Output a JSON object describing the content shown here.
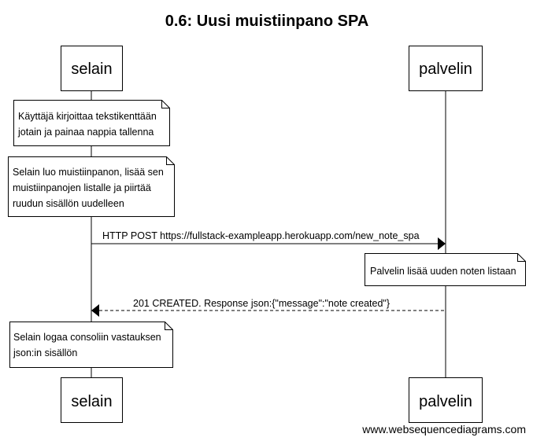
{
  "title": "0.6: Uusi muistiinpano SPA",
  "actors": {
    "browser": "selain",
    "server": "palvelin"
  },
  "notes": {
    "n1": [
      "Käyttäjä kirjoittaa tekstikenttään",
      "jotain ja painaa nappia tallenna"
    ],
    "n2": [
      "Selain luo muistiinpanon, lisää sen",
      "muistiinpanojen listalle ja piirtää",
      "ruudun sisällön uudelleen"
    ],
    "n3": [
      "Palvelin lisää uuden noten listaan"
    ],
    "n4": [
      "Selain logaa consoliin vastauksen",
      "json:in sisällön"
    ]
  },
  "messages": {
    "post": "HTTP POST https://fullstack-exampleapp.herokuapp.com/new_note_spa",
    "response": "201 CREATED. Response json:{\"message\":\"note created\"}"
  },
  "credit": "www.websequencediagrams.com"
}
